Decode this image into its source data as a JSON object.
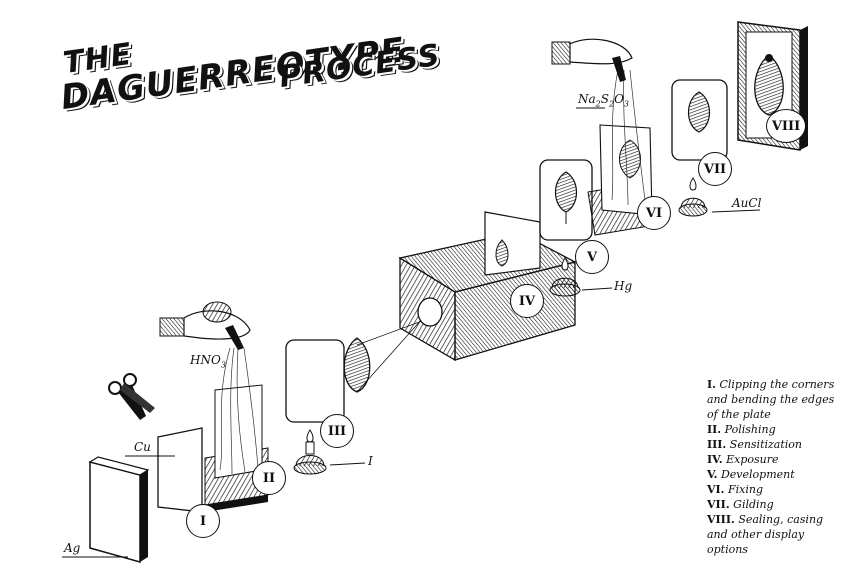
{
  "title": {
    "line1": "THE",
    "line2": "DAGUERREOTYPE",
    "line3": "PROCESS"
  },
  "chemicals": {
    "ag": "Ag",
    "cu": "Cu",
    "hno3": "HNO",
    "hno3_sub": "3",
    "iodine": "I",
    "hg": "Hg",
    "na2s2o3_a": "Na",
    "na2s2o3_b": "S",
    "na2s2o3_c": "O",
    "na2s2o3_s1": "2",
    "na2s2o3_s2": "2",
    "na2s2o3_s3": "3",
    "aucl": "AuCl"
  },
  "steps": [
    "I",
    "II",
    "III",
    "IV",
    "V",
    "VI",
    "VII",
    "VIII"
  ],
  "legend": [
    {
      "num": "I.",
      "text": "Clipping the corners and bending the edges of the plate"
    },
    {
      "num": "II.",
      "text": "Polishing"
    },
    {
      "num": "III.",
      "text": "Sensitization"
    },
    {
      "num": "IV.",
      "text": "Exposure"
    },
    {
      "num": "V.",
      "text": "Development"
    },
    {
      "num": "VI.",
      "text": "Fixing"
    },
    {
      "num": "VII.",
      "text": "Gilding"
    },
    {
      "num": "VIII.",
      "text": "Sealing, casing and other display options"
    }
  ]
}
